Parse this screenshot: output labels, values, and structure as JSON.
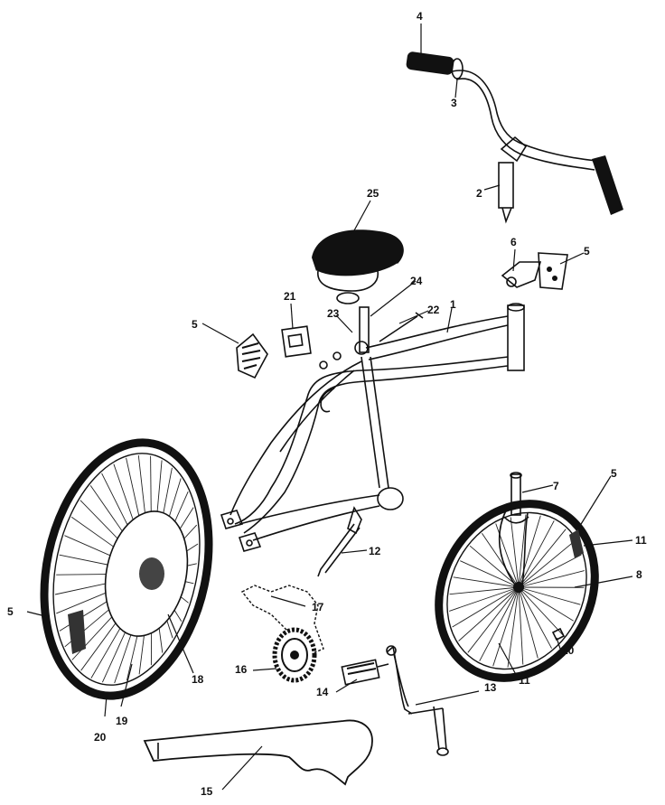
{
  "labels": {
    "l1": "1",
    "l2": "2",
    "l3": "3",
    "l4": "4",
    "l5a": "5",
    "l5b": "5",
    "l5c": "5",
    "l5d": "5",
    "l6": "6",
    "l7": "7",
    "l8": "8",
    "l10": "10",
    "l11a": "11",
    "l11b": "11",
    "l12": "12",
    "l13": "13",
    "l14": "14",
    "l15": "15",
    "l16": "16",
    "l17": "17",
    "l18": "18",
    "l19": "19",
    "l20": "20",
    "l21": "21",
    "l22": "22",
    "l23": "23",
    "l24": "24",
    "l25": "25"
  }
}
